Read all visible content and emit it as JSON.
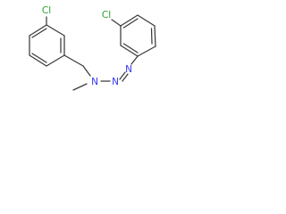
{
  "molecule": {
    "atoms": {
      "cl_left": "Cl",
      "cl_right": "Cl",
      "n_amine": "N",
      "n_middle": "N",
      "n_terminal": "N"
    },
    "colors": {
      "chlorine": "#2aa02a",
      "nitrogen": "#3333ee",
      "bond": "#3a3a3a",
      "background": "#ffffff"
    }
  }
}
